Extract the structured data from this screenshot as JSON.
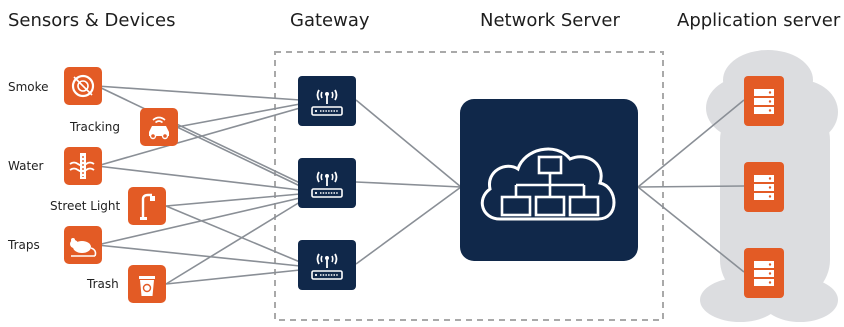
{
  "columns": {
    "sensors": "Sensors & Devices",
    "gateway": "Gateway",
    "network": "Network Server",
    "application": "Application server"
  },
  "devices": [
    {
      "label": "Smoke",
      "icon": "smoke-detector-icon"
    },
    {
      "label": "Tracking",
      "icon": "car-tracking-icon"
    },
    {
      "label": "Water",
      "icon": "water-meter-icon"
    },
    {
      "label": "Street Light",
      "icon": "street-light-icon"
    },
    {
      "label": "Traps",
      "icon": "rat-trap-icon"
    },
    {
      "label": "Trash",
      "icon": "trash-bin-icon"
    }
  ],
  "gateways": [
    {
      "icon": "gateway-antenna-icon"
    },
    {
      "icon": "gateway-antenna-icon"
    },
    {
      "icon": "gateway-antenna-icon"
    }
  ],
  "network_server": {
    "icon": "cloud-hierarchy-icon"
  },
  "app_servers": [
    {
      "icon": "server-icon"
    },
    {
      "icon": "server-icon"
    },
    {
      "icon": "server-icon"
    }
  ],
  "colors": {
    "accent_orange": "#e35b25",
    "navy": "#10284a",
    "line_gray": "#8a8f96",
    "cloud_gray": "#dcdde0",
    "dashed_border": "#a9a9a9"
  }
}
